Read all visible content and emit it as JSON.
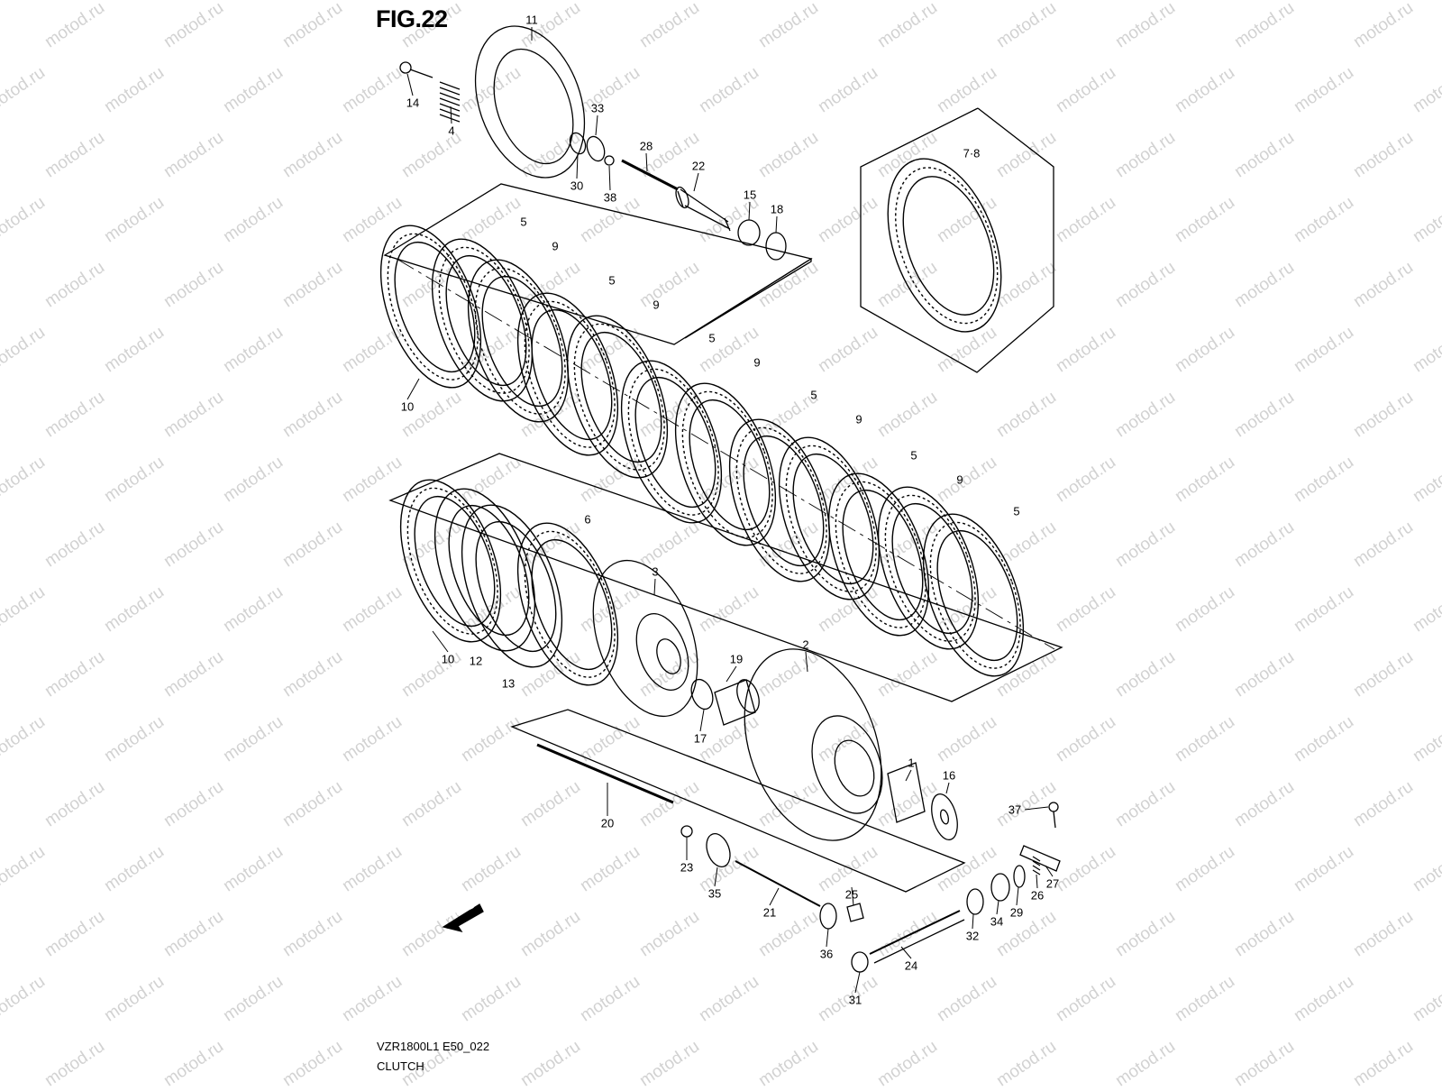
{
  "figure": {
    "title": "FIG.22"
  },
  "footer": {
    "model_code": "VZR1800L1 E50_022",
    "section_name": "CLUTCH"
  },
  "watermark": {
    "text": "motod.ru"
  },
  "fwd_arrow": {
    "label": "FWD"
  },
  "inset": {
    "label": "7·8"
  },
  "callouts": [
    {
      "id": "c11",
      "text": "11"
    },
    {
      "id": "c14",
      "text": "14"
    },
    {
      "id": "c4",
      "text": "4"
    },
    {
      "id": "c33",
      "text": "33"
    },
    {
      "id": "c30",
      "text": "30"
    },
    {
      "id": "c38",
      "text": "38"
    },
    {
      "id": "c28",
      "text": "28"
    },
    {
      "id": "c22",
      "text": "22"
    },
    {
      "id": "c15",
      "text": "15"
    },
    {
      "id": "c18",
      "text": "18"
    },
    {
      "id": "c5a",
      "text": "5"
    },
    {
      "id": "c9a",
      "text": "9"
    },
    {
      "id": "c5b",
      "text": "5"
    },
    {
      "id": "c9b",
      "text": "9"
    },
    {
      "id": "c5c",
      "text": "5"
    },
    {
      "id": "c9c",
      "text": "9"
    },
    {
      "id": "c5d",
      "text": "5"
    },
    {
      "id": "c9d",
      "text": "9"
    },
    {
      "id": "c5e",
      "text": "5"
    },
    {
      "id": "c9e",
      "text": "9"
    },
    {
      "id": "c5f",
      "text": "5"
    },
    {
      "id": "c10a",
      "text": "10"
    },
    {
      "id": "c6",
      "text": "6"
    },
    {
      "id": "c3",
      "text": "3"
    },
    {
      "id": "c10b",
      "text": "10"
    },
    {
      "id": "c12",
      "text": "12"
    },
    {
      "id": "c13",
      "text": "13"
    },
    {
      "id": "c19",
      "text": "19"
    },
    {
      "id": "c17",
      "text": "17"
    },
    {
      "id": "c2",
      "text": "2"
    },
    {
      "id": "c1",
      "text": "1"
    },
    {
      "id": "c16",
      "text": "16"
    },
    {
      "id": "c20",
      "text": "20"
    },
    {
      "id": "c23",
      "text": "23"
    },
    {
      "id": "c35",
      "text": "35"
    },
    {
      "id": "c21",
      "text": "21"
    },
    {
      "id": "c25",
      "text": "25"
    },
    {
      "id": "c36",
      "text": "36"
    },
    {
      "id": "c31",
      "text": "31"
    },
    {
      "id": "c24",
      "text": "24"
    },
    {
      "id": "c32",
      "text": "32"
    },
    {
      "id": "c34",
      "text": "34"
    },
    {
      "id": "c29",
      "text": "29"
    },
    {
      "id": "c26",
      "text": "26"
    },
    {
      "id": "c27",
      "text": "27"
    },
    {
      "id": "c37",
      "text": "37"
    }
  ]
}
